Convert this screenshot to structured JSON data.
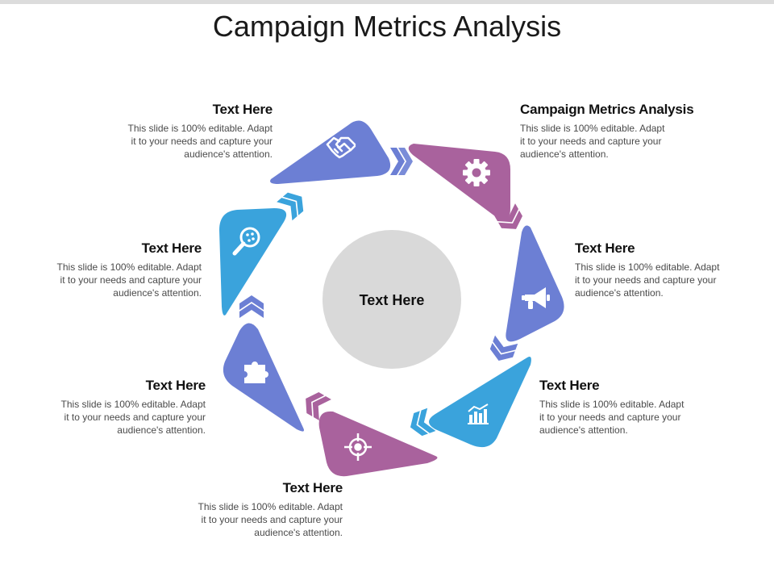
{
  "title": "Campaign Metrics Analysis",
  "center": {
    "label": "Text Here"
  },
  "colors": {
    "purple": "#a9629d",
    "blue": "#6c7fd4",
    "sky": "#3aa3dc",
    "circle": "#d9d9d9",
    "icon": "#ffffff"
  },
  "steps": [
    {
      "heading": "Campaign Metrics Analysis",
      "body": [
        "This slide is 100% editable. Adapt",
        "it to your needs and capture your",
        "audience's attention."
      ],
      "icon": "gear-icon",
      "color": "purple"
    },
    {
      "heading": "Text Here",
      "body": [
        "This slide is 100% editable. Adapt",
        "it to your needs and capture your",
        "audience's attention."
      ],
      "icon": "megaphone-icon",
      "color": "blue"
    },
    {
      "heading": "Text Here",
      "body": [
        "This slide is 100% editable. Adapt",
        "it to your needs and capture your",
        "audience's attention."
      ],
      "icon": "bar-chart-icon",
      "color": "sky"
    },
    {
      "heading": "Text Here",
      "body": [
        "This slide is 100% editable. Adapt",
        "it to your needs and capture your",
        "audience's attention."
      ],
      "icon": "target-icon",
      "color": "purple"
    },
    {
      "heading": "Text Here",
      "body": [
        "This slide is 100% editable. Adapt",
        "it to your needs and capture your",
        "audience's attention."
      ],
      "icon": "puzzle-icon",
      "color": "blue"
    },
    {
      "heading": "Text Here",
      "body": [
        "This slide is 100% editable. Adapt",
        "it to your needs and capture your",
        "audience's attention."
      ],
      "icon": "magnifier-icon",
      "color": "sky"
    },
    {
      "heading": "Text Here",
      "body": [
        "This slide is 100% editable. Adapt",
        "it to your needs and capture your",
        "audience's attention."
      ],
      "icon": "handshake-icon",
      "color": "blue"
    }
  ]
}
